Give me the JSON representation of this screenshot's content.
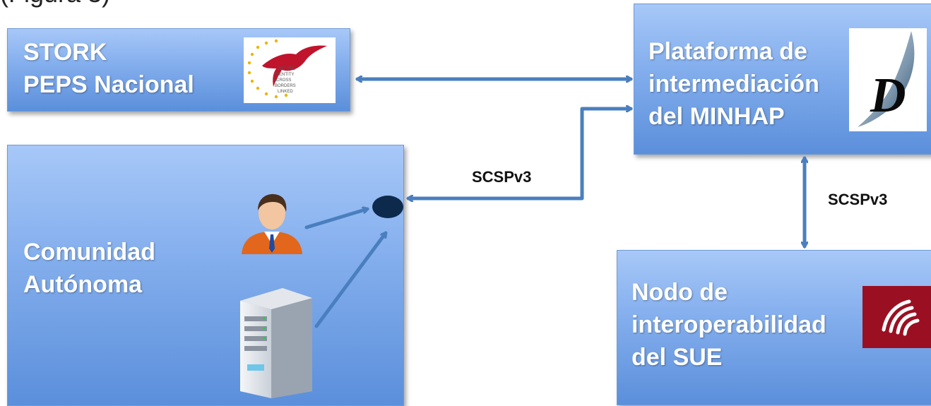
{
  "caption": "(Figura 3)",
  "boxes": {
    "stork": {
      "lines": [
        "STORK",
        "PEPS Nacional"
      ],
      "logo_text": [
        "SECURE",
        "IDENTITY",
        "ACROSS",
        "BORDERS",
        "LINKED"
      ]
    },
    "plataforma": {
      "lines": [
        "Plataforma de",
        "intermediación",
        "del MINHAP"
      ],
      "logo_letter": "D"
    },
    "comunidad": {
      "lines": [
        "Comunidad",
        "Autónoma"
      ]
    },
    "nodo": {
      "lines": [
        "Nodo de",
        "interoperabilidad",
        "del SUE"
      ]
    }
  },
  "connector_labels": {
    "left": "SCSPv3",
    "right": "SCSPv3"
  },
  "colors": {
    "box_top": "#a7c8f8",
    "box_bottom": "#5b8fdb",
    "arrow": "#4a7fbf",
    "endpoint": "#0d2a4d",
    "sue_logo": "#9a1022"
  }
}
